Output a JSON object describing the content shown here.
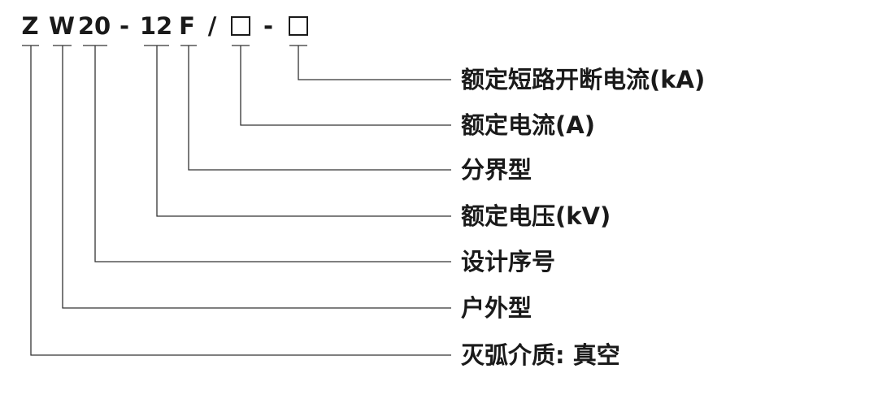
{
  "code": {
    "segments": [
      {
        "text": "Z"
      },
      {
        "text": "W"
      },
      {
        "text": "20"
      },
      {
        "text": "-"
      },
      {
        "text": "12"
      },
      {
        "text": "F"
      },
      {
        "text": "/"
      },
      {
        "text": "□"
      },
      {
        "text": "-"
      },
      {
        "text": "□"
      }
    ]
  },
  "descriptions": [
    {
      "label": "额定短路开断电流(kA)",
      "code": "□"
    },
    {
      "label": "额定电流(A)",
      "code": "□"
    },
    {
      "label": "分界型",
      "code": "F"
    },
    {
      "label": "额定电压(kV)",
      "code": "12"
    },
    {
      "label": "设计序号",
      "code": "20"
    },
    {
      "label": "户外型",
      "code": "W"
    },
    {
      "label": "灭弧介质: 真空",
      "code": "Z"
    }
  ]
}
